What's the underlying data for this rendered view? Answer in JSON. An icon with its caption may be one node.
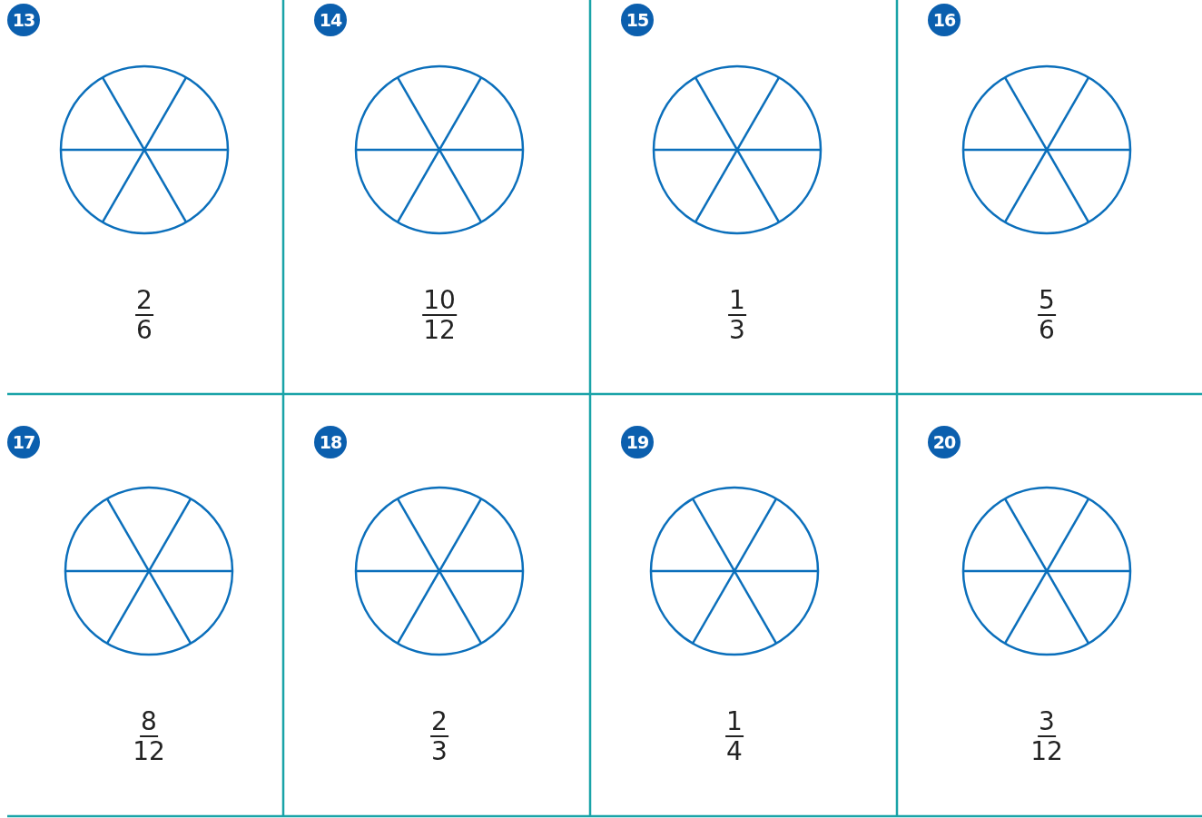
{
  "diagram": {
    "labels": [
      "13",
      "2",
      "6",
      "14",
      "10",
      "12",
      "15",
      "1",
      "3",
      "16",
      "5",
      "6",
      "17",
      "8",
      "12",
      "18",
      "2",
      "3",
      "19",
      "1",
      "4",
      "20",
      "3",
      "12"
    ]
  }
}
